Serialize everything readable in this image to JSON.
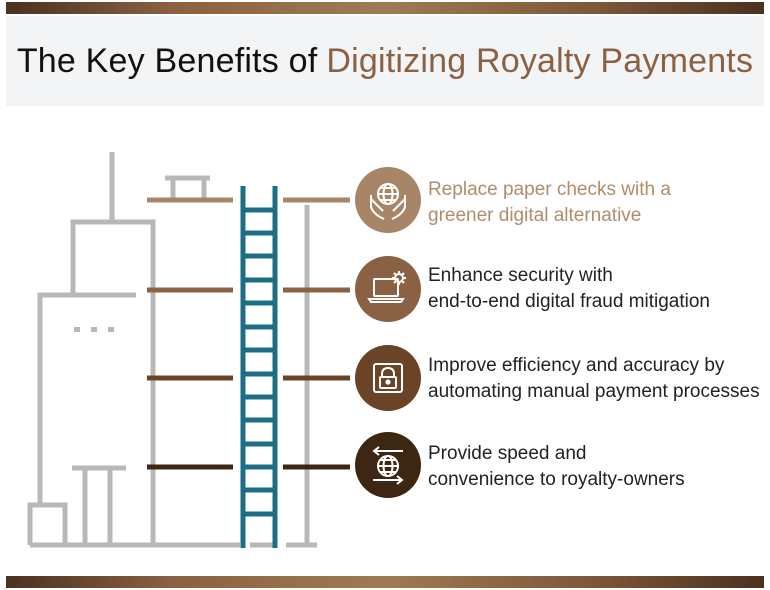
{
  "header": {
    "title_part1": "The Key Benefits of",
    "title_part2": "Digitizing Royalty Payments"
  },
  "colors": {
    "gray": "#b8b8b8",
    "teal": "#1c6e85",
    "tan": "#a88566",
    "brown": "#8a6142",
    "dark_brown": "#6b4428",
    "darkest_brown": "#3d2612",
    "accent_text": "#b08c6a"
  },
  "benefits": [
    {
      "icon": "hands-globe-icon",
      "line1": "Replace paper checks with a",
      "line2": "greener digital alternative",
      "text_color": "#b08c6a",
      "circle_color": "#a88566"
    },
    {
      "icon": "laptop-gear-icon",
      "line1": "Enhance security with",
      "line2": "end-to-end digital fraud mitigation",
      "text_color": "#222222",
      "circle_color": "#8a6142"
    },
    {
      "icon": "padlock-icon",
      "line1": "Improve efficiency and accuracy by",
      "line2": "automating manual payment processes",
      "text_color": "#222222",
      "circle_color": "#6b4428"
    },
    {
      "icon": "globe-arrows-icon",
      "line1": "Provide speed and",
      "line2": "convenience to royalty-owners",
      "text_color": "#222222",
      "circle_color": "#3d2612"
    }
  ]
}
